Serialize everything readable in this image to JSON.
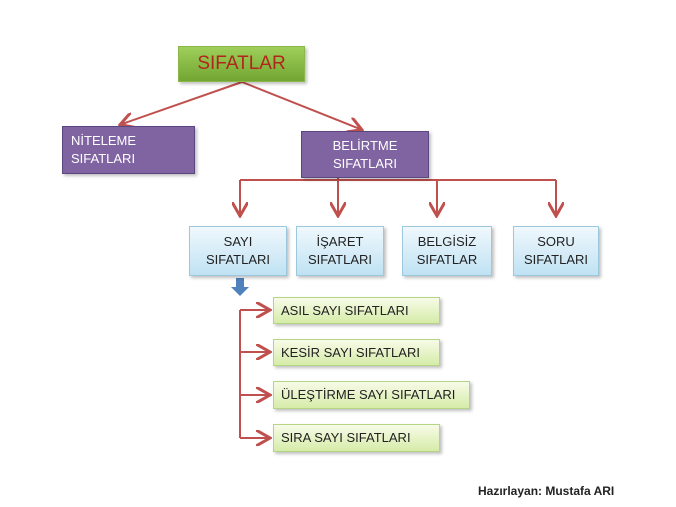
{
  "root": {
    "label": "SIFATLAR"
  },
  "level1": [
    {
      "label": "NİTELEME SIFATLARI"
    },
    {
      "label": "BELİRTME SIFATLARI"
    }
  ],
  "belirtme_children": [
    {
      "line1": "SAYI",
      "line2": "SIFATLARI"
    },
    {
      "line1": "İŞARET",
      "line2": "SIFATLARI"
    },
    {
      "line1": "BELGİSİZ",
      "line2": "SIFATLAR"
    },
    {
      "line1": "SORU",
      "line2": "SIFATLARI"
    }
  ],
  "sayi_children": [
    {
      "label": "ASIL SAYI SIFATLARI"
    },
    {
      "label": "KESİR SAYI SIFATLARI"
    },
    {
      "label": "ÜLEŞTİRME SAYI SIFATLARI"
    },
    {
      "label": "SIRA SAYI SIFATLARI"
    }
  ],
  "footer": "Hazırlayan: Mustafa ARI",
  "colors": {
    "arrow": "#c0504d",
    "purple": "#8064a2",
    "green": "#8cc04a",
    "blue_arrow": "#4f81bd"
  }
}
